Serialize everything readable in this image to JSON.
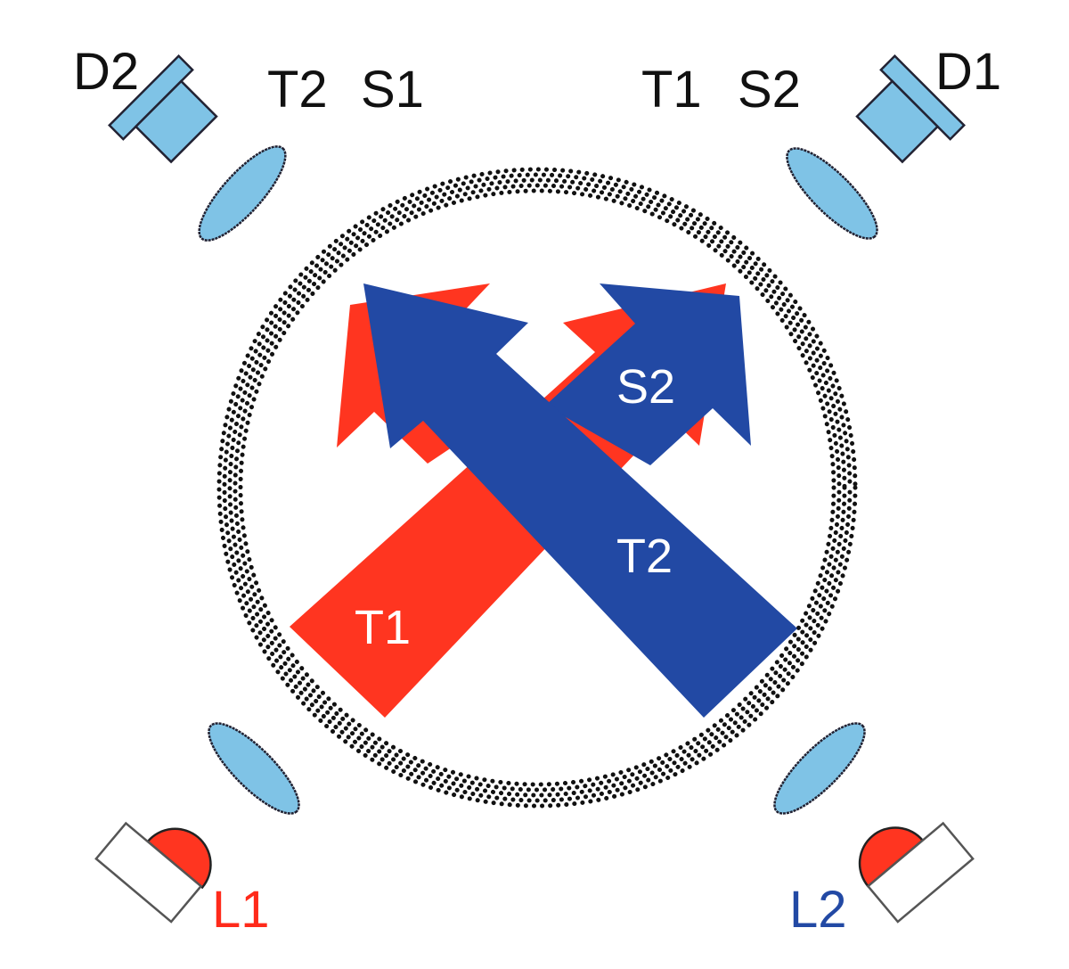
{
  "labels": {
    "d2": "D2",
    "d1": "D1",
    "t2_top": "T2",
    "s1_top": "S1",
    "t1_top": "T1",
    "s2_top": "S2",
    "l1": "L1",
    "l2": "L2",
    "arrow_s2": "S2",
    "arrow_t2": "T2",
    "arrow_t1": "T1"
  },
  "colors": {
    "red_beam": "#ff3520",
    "blue_beam": "#2249a4",
    "optics": "#7fc3e6",
    "text": "#111111",
    "l1_text": "#ff2a1a",
    "l2_text": "#2249a4"
  }
}
